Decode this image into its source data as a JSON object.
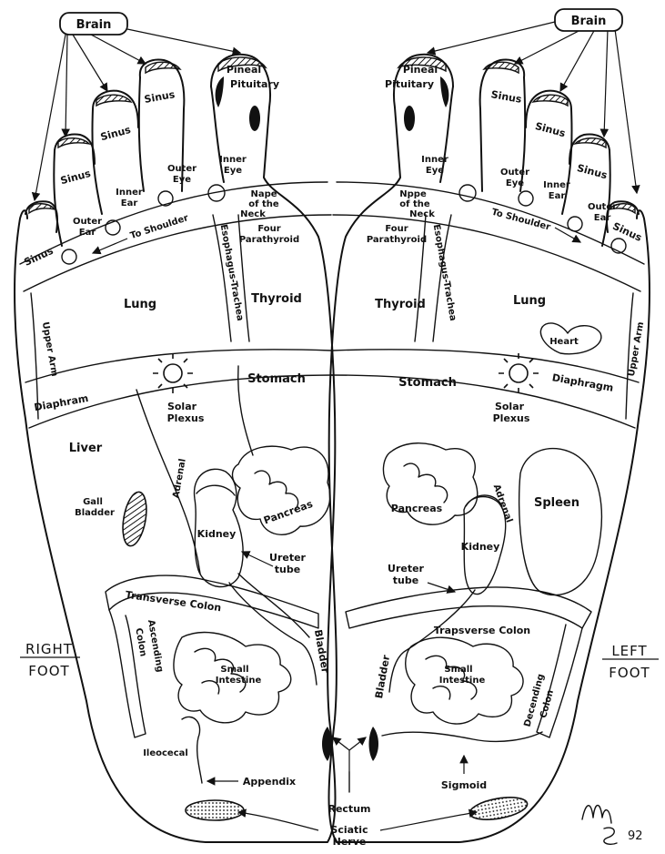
{
  "labels": {
    "brain": "Brain",
    "pineal": "Pineal",
    "pituitary": "Pituitary",
    "sinus": "Sinus",
    "inner_eye": "Inner",
    "inner_eye_2": "Eye",
    "outer_eye": "Outer",
    "outer_eye_2": "Eye",
    "inner_ear": "Inner",
    "inner_ear_2": "Ear",
    "outer_ear": "Outer",
    "outer_ear_2": "Ear",
    "to_shoulder": "To Shoulder",
    "nape_r_1": "Nape",
    "nape_r_2": "of the",
    "nape_r_3": "Neck",
    "nape_l_1": "Nppe",
    "nape_l_2": "of the",
    "nape_l_3": "Neck",
    "four_parathyroid_1": "Four",
    "four_parathyroid_2": "Parathyroid",
    "esophagus": "Esophagus-Trachea",
    "lung": "Lung",
    "thyroid": "Thyroid",
    "upper_arm": "Upper Arm",
    "heart": "Heart",
    "diaphram_r": "Diaphram",
    "diaphragm_l": "Diaphragm",
    "solar_1": "Solar",
    "solar_2": "Plexus",
    "stomach": "Stomach",
    "liver": "Liver",
    "gall_1": "Gall",
    "gall_2": "Bladder",
    "adrenal": "Adrenal",
    "pancreas": "Pancreas",
    "kidney": "Kidney",
    "spleen": "Spleen",
    "ureter_1": "Ureter",
    "ureter_2": "tube",
    "transverse_r": "Transverse Colon",
    "transverse_l": "Trapsverse Colon",
    "ascending": "Ascending",
    "colon": "Colon",
    "small_1": "Small",
    "small_2": "Intestine",
    "bladder": "Bladder",
    "descending": "Decending",
    "ileocecal": "Ileocecal",
    "appendix": "Appendix",
    "sigmoid": "Sigmoid",
    "rectum": "Rectum",
    "sciatic_1": "Sciatic",
    "sciatic_2": "Nerve",
    "right_foot_1": "RIGHT",
    "right_foot_2": "FOOT",
    "left_foot_1": "LEFT",
    "left_foot_2": "FOOT",
    "signature_year": "92"
  }
}
